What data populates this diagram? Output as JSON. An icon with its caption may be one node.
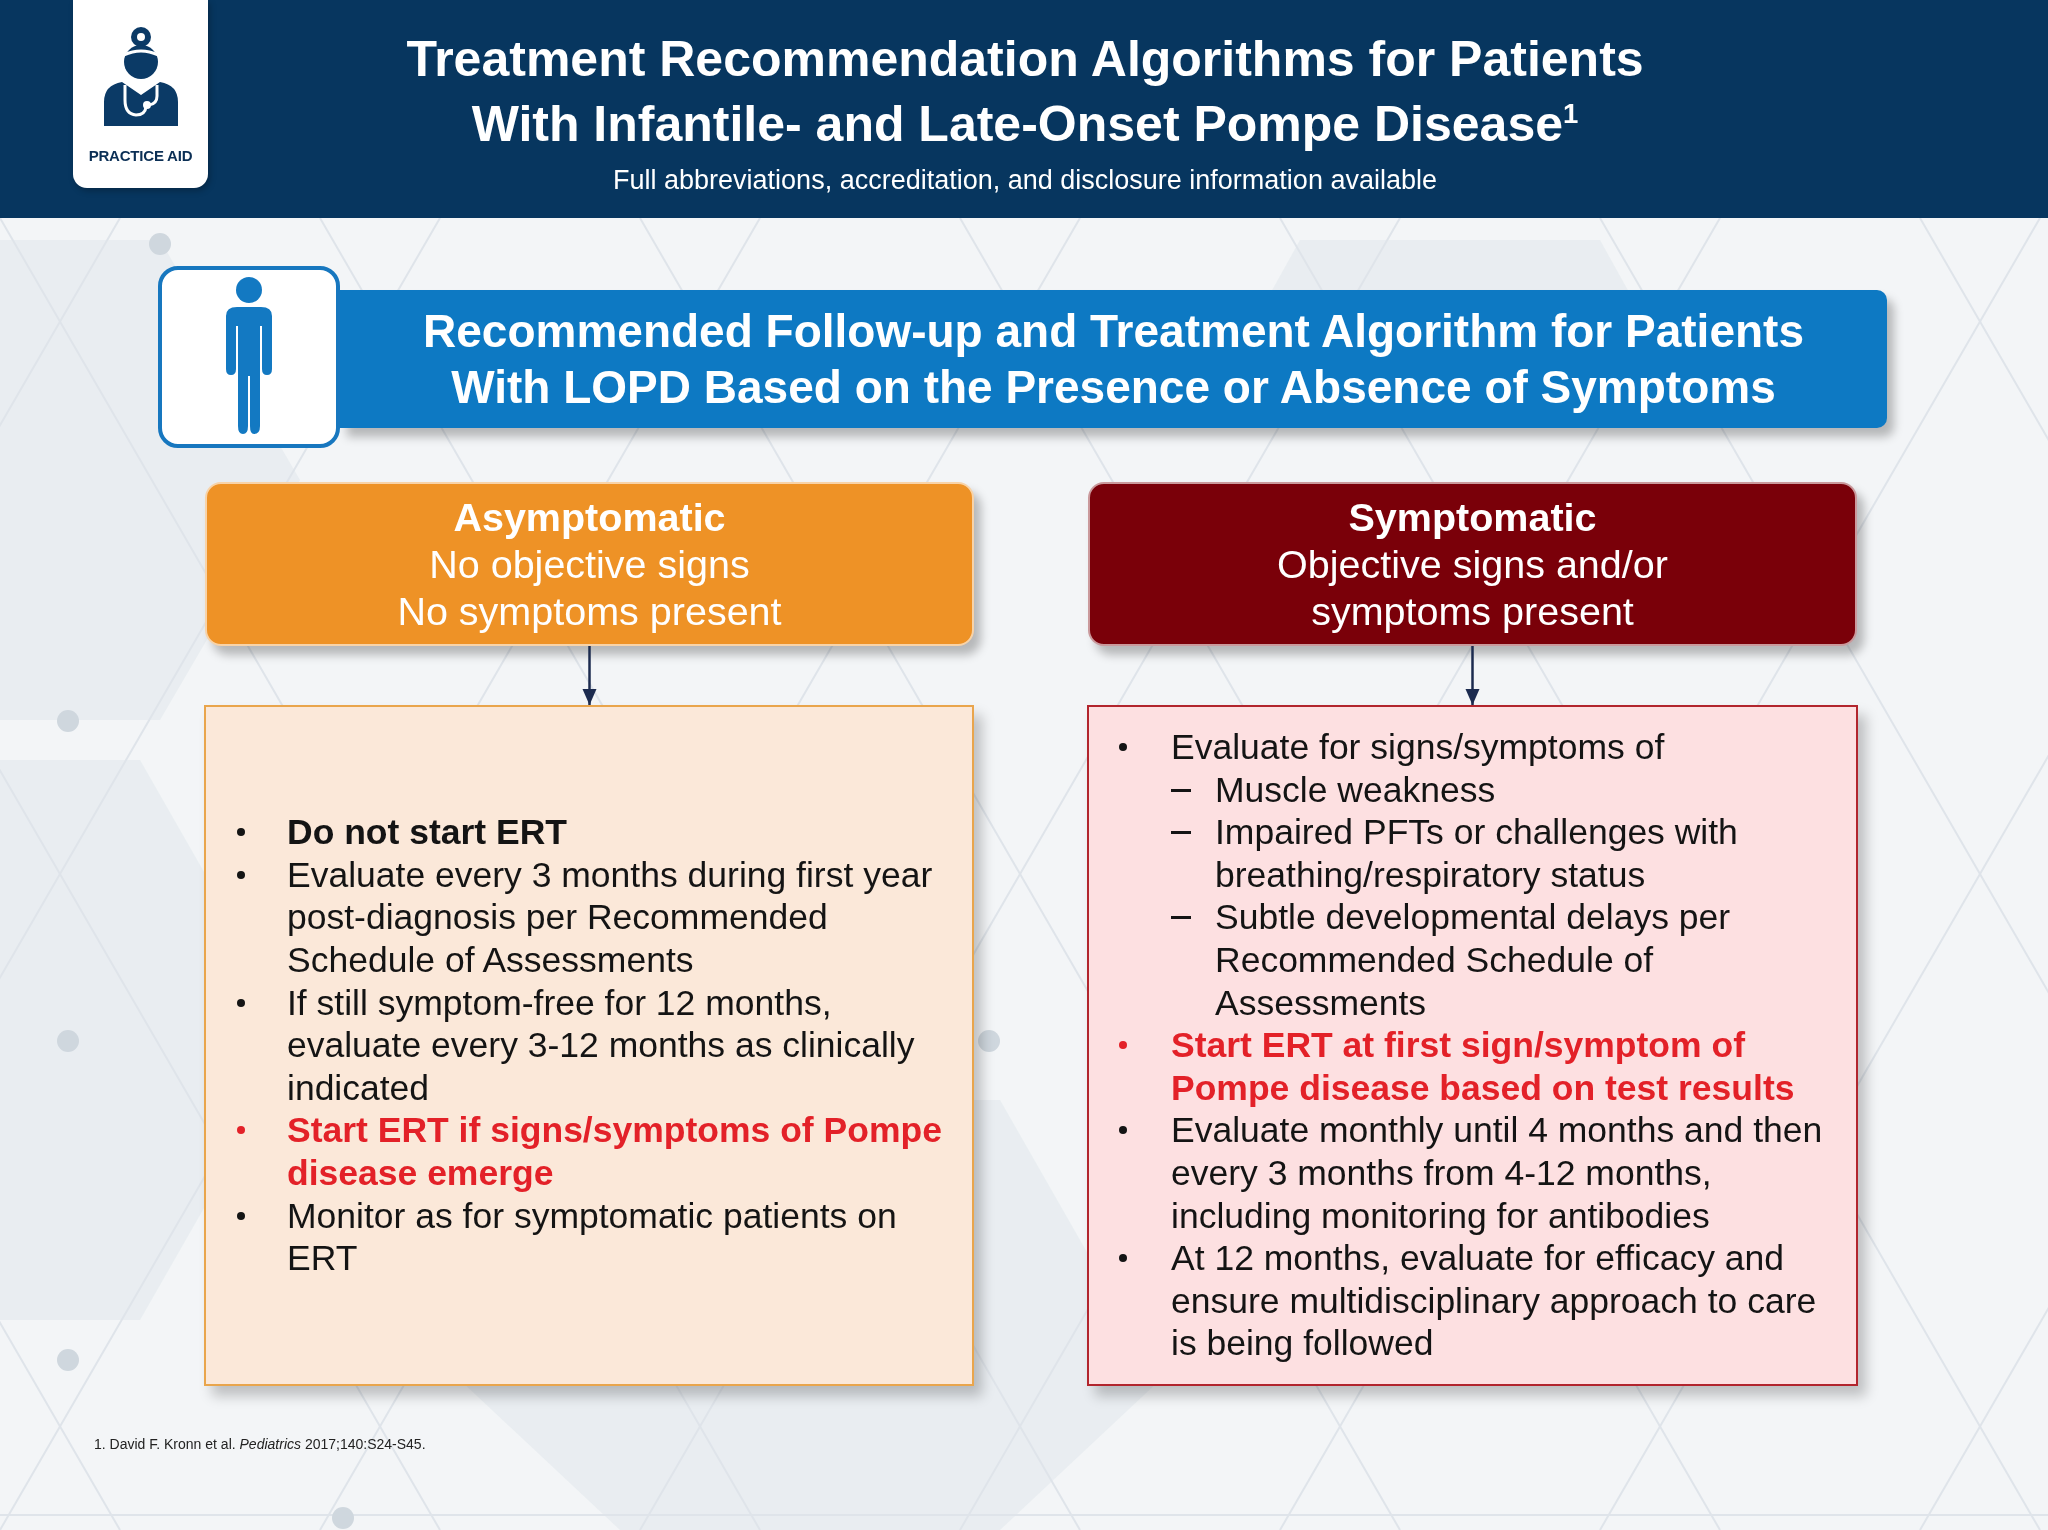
{
  "diagram": {
    "title": "Treatment Recommendation Algorithms for Patients With Infantile- and Late-Onset Pompe Disease$^{1}$",
    "nodes": [
      {
        "text": [
          "PRACTICE AID"
        ]
      },
      {
        "text": [
          "Recommended Follow-up and Treatment Algorithm for Patients With LOPD Based on the Presence or Absence of Symptoms"
        ]
      },
      {
        "text": [
          "Asymptomatic",
          "No objective signs",
          "No symptoms present"
        ]
      },
      {
        "text": [
          "Symptomatic",
          "Objective signs and/or symptoms present"
        ]
      },
      {
        "text": [
          "Do not start ERT",
          "Evaluate every 3 months during first year post-diagnosis per Recommended Schedule of Assessments",
          "If still symptom-free for 12 months, evaluate every 3-12 months as clinically indicated",
          "Start ERT if signs/symptoms of Pompe disease emerge",
          "Monitor as for symptomatic patients on ERT"
        ]
      },
      {
        "text": [
          "Evaluate for signs/symptoms of",
          "Muscle weakness",
          "Impaired PFTs or challenges with breathing/respiratory status",
          "Subtle developmental delays per Recommended Schedule of Assessments",
          "Start ERT at first sign/symptom of Pompe disease based on test results",
          "Evaluate monthly until 4 months and then every 3 months from 4-12 months, including monitoring for antibodies",
          "At 12 months, evaluate for efficacy and ensure multidisciplinary approach to care is being followed"
        ]
      }
    ],
    "edges": [
      {
        "from": 2,
        "to": 4,
        "arrow": "to"
      },
      {
        "from": 3,
        "to": 5,
        "arrow": "to"
      }
    ],
    "labels": [
      "Full abbreviations, accreditation, and disclosure information available",
      "1. David F. Kronn et al. *Pediatrics* 2017;140:S24-S45."
    ]
  }
}
